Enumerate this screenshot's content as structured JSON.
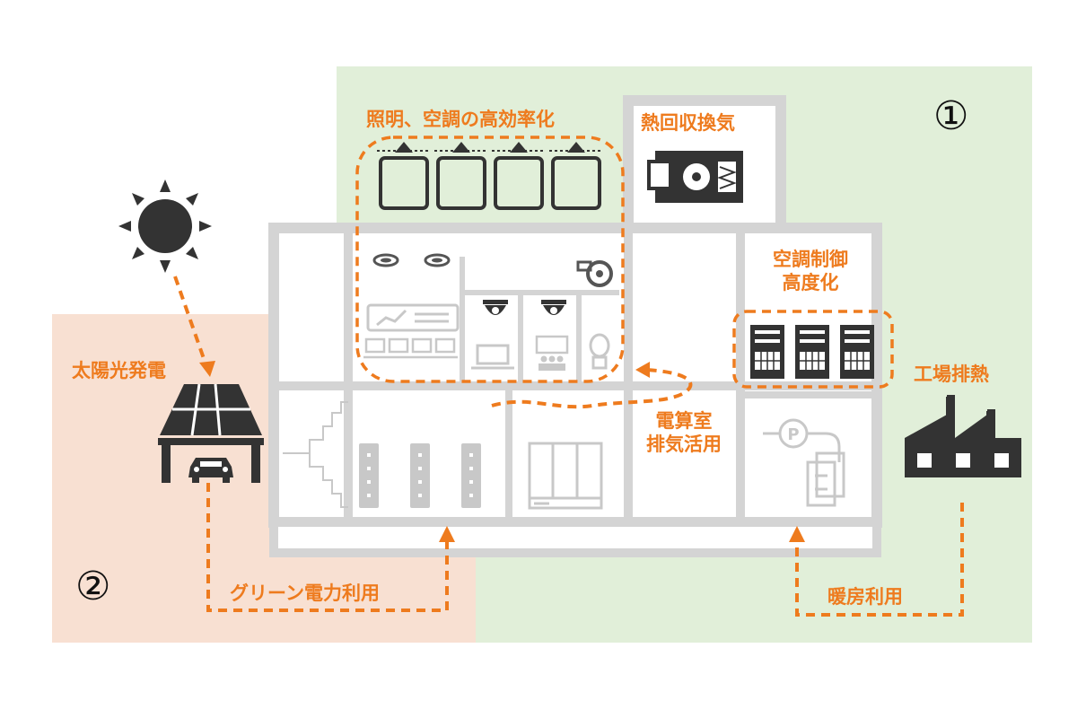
{
  "labels": {
    "lighting": "照明、空調の高効率化",
    "heat_recovery": "熱回収換気",
    "ac_control_1": "空調制御",
    "ac_control_2": "高度化",
    "solar": "太陽光発電",
    "factory_heat": "工場排熱",
    "server_room_1": "電算室",
    "server_room_2": "排気活用",
    "green_power": "グリーン電力利用",
    "heating": "暖房利用"
  },
  "markers": {
    "zone1": "①",
    "zone2": "②"
  },
  "colors": {
    "accent": "#ee7b1e",
    "zone1_bg": "#e1efd9",
    "zone2_bg": "#f8e0d2",
    "building": "#d4d4d4",
    "icon_dark": "#333333",
    "icon_light": "#c8c8c8"
  },
  "icons": [
    "sun-icon",
    "solar-carport-icon",
    "factory-icon",
    "led-panel-icon",
    "heat-exchanger-icon",
    "server-rack-icon",
    "downlight-icon",
    "dome-camera-icon",
    "fan-icon",
    "pump-icon",
    "laptop-icon",
    "meeting-icon",
    "toilet-icon",
    "locker-icon",
    "bookshelf-icon",
    "staircase-icon"
  ]
}
